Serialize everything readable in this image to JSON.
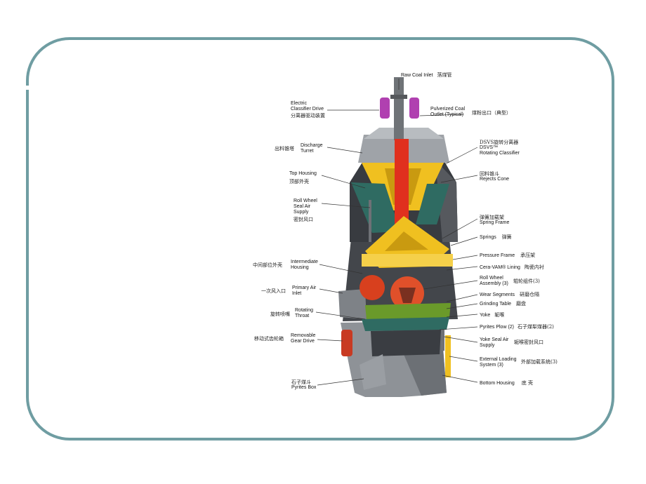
{
  "labels": {
    "raw_coal_inlet": {
      "en": "Raw Coal Inlet",
      "zh": "落煤管"
    },
    "electric_classifier_drive": {
      "en1": "Electric",
      "en2": "Classifier Drive",
      "zh": "分离器驱动装置"
    },
    "pulverized_coal_outlet": {
      "en1": "Pulverized Coal",
      "en2": "Outlet (Typical)",
      "zh": "煤粉出口（典型）"
    },
    "discharge_turret": {
      "en1": "Discharge",
      "en2": "Turret",
      "zh": "出料锥塔"
    },
    "dsvs_classifier": {
      "zh": "DSVS旋转分离器",
      "en1": "DSVS™",
      "en2": "Rotating Classifier"
    },
    "top_housing": {
      "en": "Top Housing",
      "zh": "顶部外壳"
    },
    "rejects_cone": {
      "zh": "回料锥斗",
      "en": "Rejects Cone"
    },
    "roll_wheel_seal_air": {
      "en1": "Roll Wheel",
      "en2": "Seal Air",
      "en3": "Supply",
      "zh": "密封风口"
    },
    "spring_frame": {
      "zh": "弹簧加载架",
      "en": "Spring Frame"
    },
    "springs": {
      "en": "Springs",
      "zh": "弹簧"
    },
    "pressure_frame": {
      "en": "Pressure Frame",
      "zh": "承压架"
    },
    "intermediate_housing": {
      "zh": "中间部位外壳",
      "en1": "Intermediate",
      "en2": "Housing"
    },
    "cera_vam_lining": {
      "en": "Cera-VAM® Lining",
      "zh": "陶瓷内衬"
    },
    "roll_wheel_assembly": {
      "en1": "Roll Wheel",
      "en2": "Assembly (3)",
      "zh": "辊轮组件(3)"
    },
    "primary_air_inlet": {
      "zh": "一次风入口",
      "en1": "Primary Air",
      "en2": "Inlet"
    },
    "wear_segments": {
      "en": "Wear Segments",
      "zh": "研磨仓隔"
    },
    "grinding_table": {
      "en": "Grinding Table",
      "zh": "磨盘"
    },
    "rotating_throat": {
      "zh": "旋转喷嘴",
      "en1": "Rotating",
      "en2": "Throat"
    },
    "yoke": {
      "en": "Yoke",
      "zh": "轭喉"
    },
    "pyrites_plow": {
      "en": "Pyrites Plow (2)",
      "zh": "石子煤犁煤器(2)"
    },
    "removable_gear_drive": {
      "zh": "移动式齿轮箱",
      "en1": "Removable",
      "en2": "Gear Drive"
    },
    "yoke_seal_air": {
      "en1": "Yoke Seal Air",
      "en2": "Supply",
      "zh": "轭喉密封风口"
    },
    "external_loading": {
      "en1": "External Loading",
      "en2": "System (3)",
      "zh": "外部加载系统(3)"
    },
    "pyrites_box": {
      "zh": "石子煤斗",
      "en": "Pyrites Box"
    },
    "bottom_housing": {
      "en": "Bottom Housing",
      "zh": "底 壳"
    }
  },
  "colors": {
    "frame": "#6f9da2",
    "housing": "#3a3d42",
    "shaft": "#e0301e",
    "classifier": "#f0c020",
    "teal_cone": "#2f6b62",
    "grey_body": "#9a9ea3",
    "drive": "#b040b0",
    "gear": "#6a9a2a"
  }
}
